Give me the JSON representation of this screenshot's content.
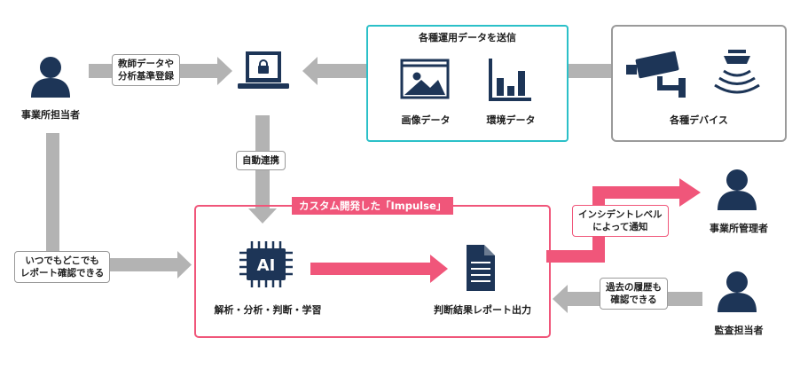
{
  "colors": {
    "navy": "#1d3557",
    "pink": "#f0567a",
    "teal": "#2bc0c8",
    "grey_arrow": "#b3b3b3",
    "box_border": "#9a9a9a"
  },
  "actors": {
    "office_staff": "事業所担当者",
    "office_manager": "事業所管理者",
    "auditor": "監査担当者"
  },
  "edge_labels": {
    "teacher_data": [
      "教師データや",
      "分析基準登録"
    ],
    "auto_link": "自動連携",
    "anytime_view": [
      "いつでもどこでも",
      "レポート確認できる"
    ],
    "incident_notify": [
      "インシデントレベル",
      "によって通知"
    ],
    "history_view": [
      "過去の履歴も",
      "確認できる"
    ]
  },
  "data_box": {
    "title": "各種運用データを送信",
    "image_label": "画像データ",
    "env_label": "環境データ"
  },
  "devices": {
    "label": "各種デバイス"
  },
  "impulse": {
    "tag": "カスタム開発した「Impulse」",
    "ai_chip": "AI",
    "ai_label": "解析・分析・判断・学習",
    "report_label": "判断結果レポート出力"
  },
  "icons": [
    "person-icon",
    "laptop-lock-icon",
    "image-icon",
    "bar-chart-icon",
    "camera-icon",
    "sensor-icon",
    "ai-chip-icon",
    "document-icon"
  ]
}
